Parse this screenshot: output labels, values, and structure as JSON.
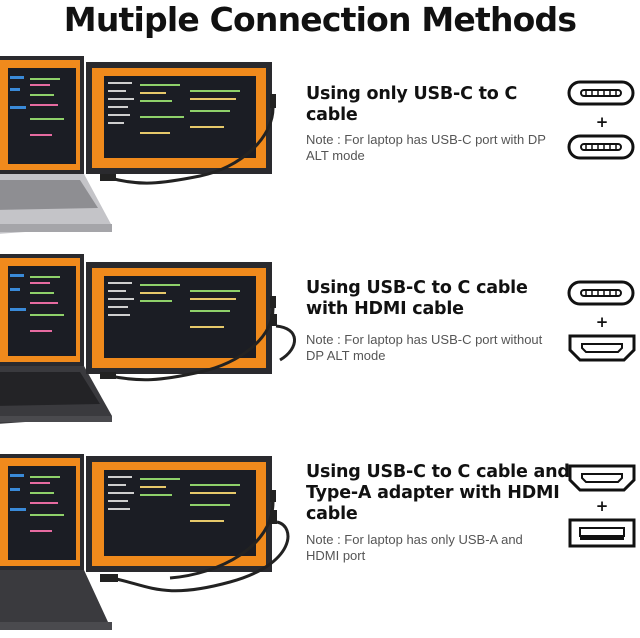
{
  "title": "Mutiple Connection Methods",
  "methods": [
    {
      "heading": "Using only USB-C to C cable",
      "note": "Note : For laptop has USB-C port with DP ALT mode",
      "ports": [
        "usb-c-port-icon",
        "usb-c-port-icon"
      ],
      "joiner": "+"
    },
    {
      "heading": "Using USB-C to C cable with HDMI cable",
      "note": "Note : For laptop has USB-C port without DP ALT mode",
      "ports": [
        "usb-c-port-icon",
        "hdmi-port-icon"
      ],
      "joiner": "+"
    },
    {
      "heading": "Using USB-C to C cable and Type-A adapter with HDMI cable",
      "note": "Note : For laptop has only USB-A and HDMI port",
      "ports": [
        "hdmi-port-icon",
        "usb-a-port-icon"
      ],
      "joiner": "+"
    }
  ],
  "colors": {
    "screen_orange": "#f08a1c",
    "screen_dark": "#1b1d24",
    "bezel": "#2a2a2e",
    "laptop_silver": "#b9b9bd",
    "laptop_dark": "#3a3a3e"
  }
}
